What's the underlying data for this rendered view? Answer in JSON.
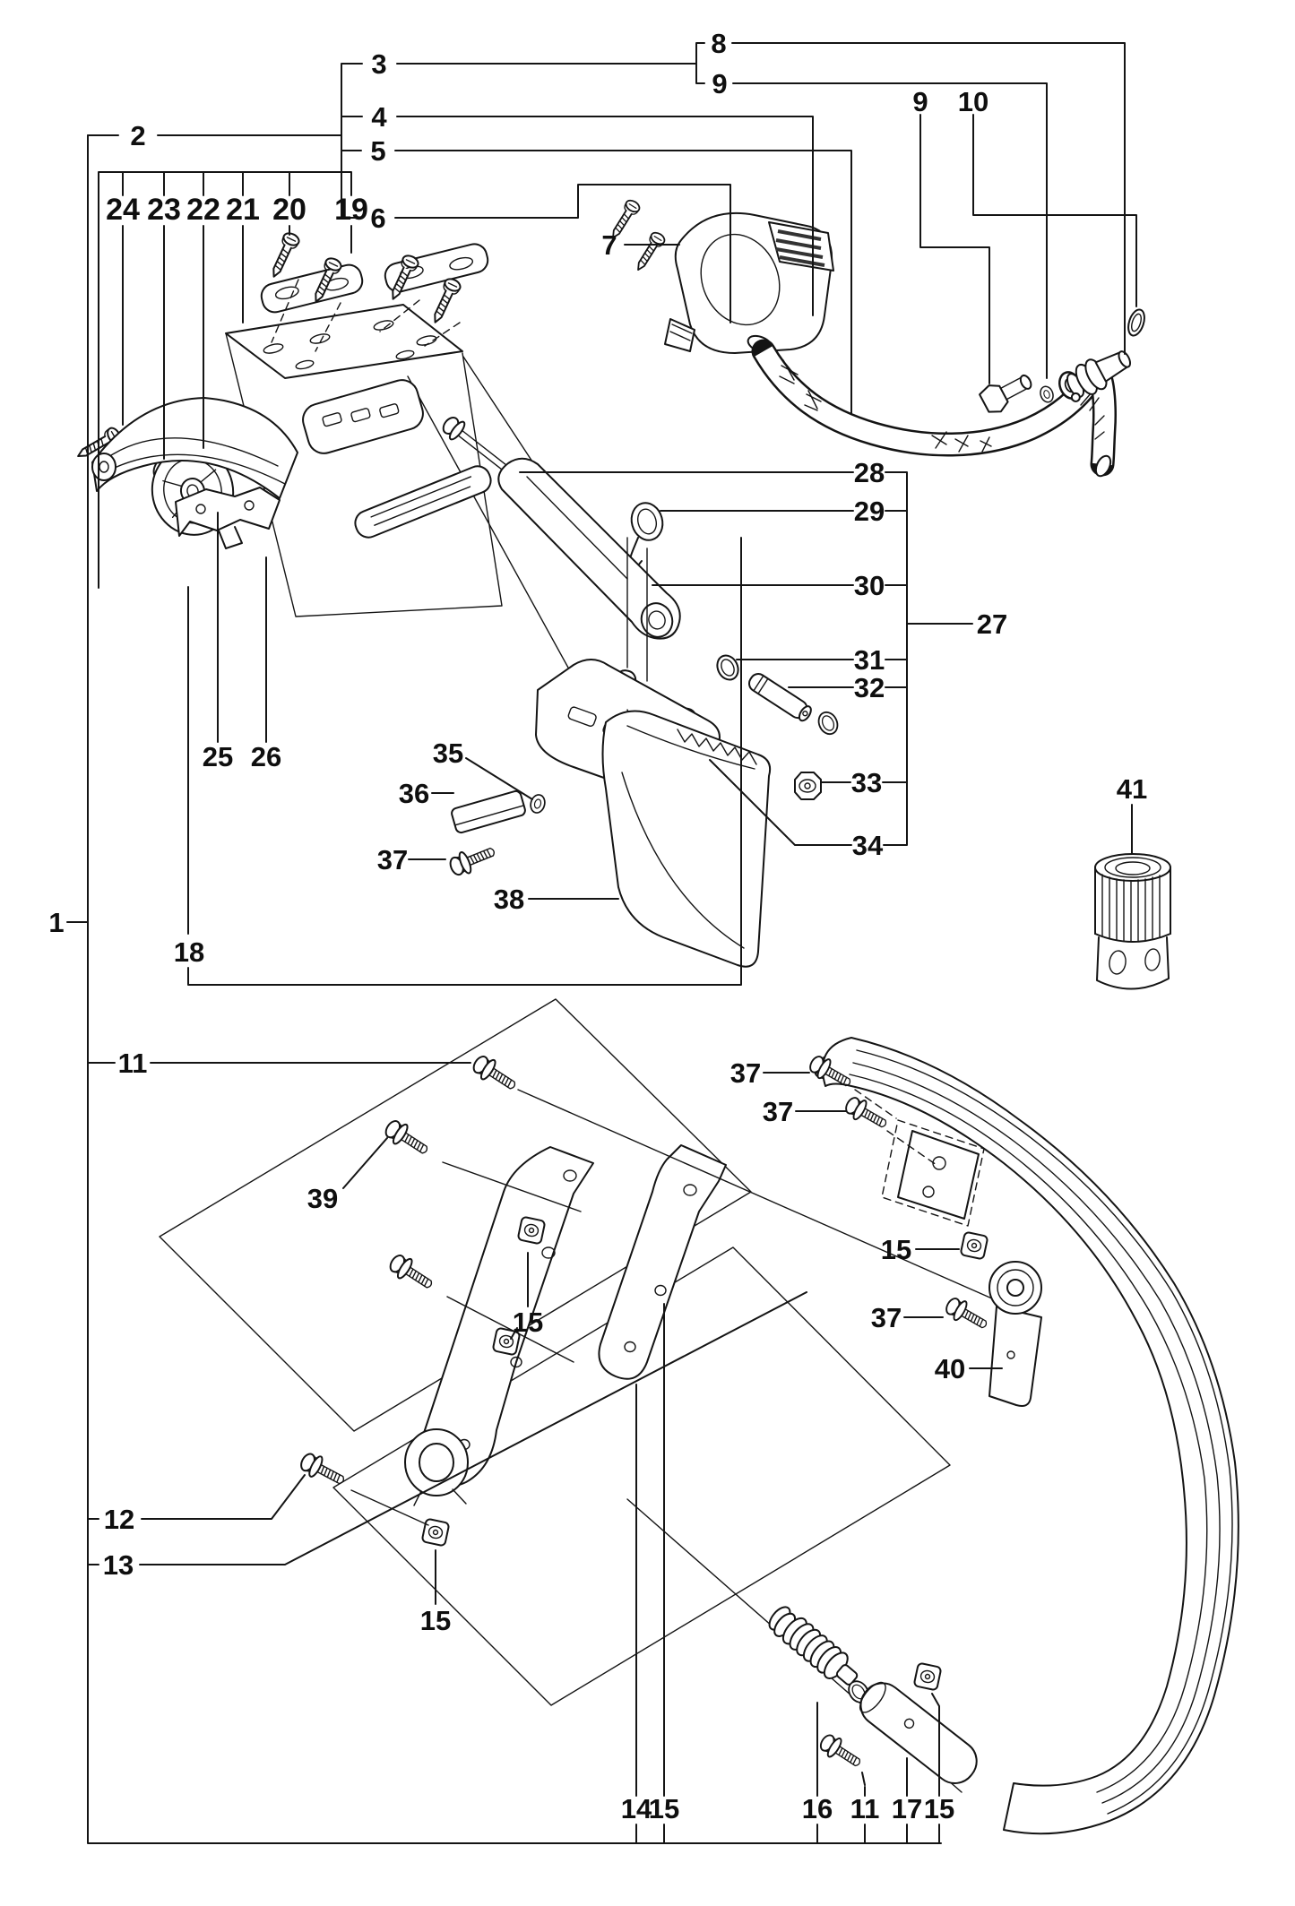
{
  "figure": {
    "type": "exploded-parts-diagram",
    "callouts": [
      "3",
      "8",
      "9",
      "4",
      "9",
      "10",
      "5",
      "2",
      "6",
      "7",
      "24",
      "23",
      "22",
      "21",
      "20",
      "19",
      "28",
      "29",
      "30",
      "27",
      "31",
      "32",
      "33",
      "34",
      "25",
      "26",
      "35",
      "36",
      "37",
      "38",
      "1",
      "18",
      "41",
      "11",
      "39",
      "15",
      "37",
      "37",
      "15",
      "37",
      "40",
      "12",
      "13",
      "15",
      "14",
      "15",
      "16",
      "11",
      "17",
      "15"
    ]
  },
  "colors": {
    "line": "#141414",
    "label": "#0f0f0f",
    "background": "#ffffff"
  }
}
